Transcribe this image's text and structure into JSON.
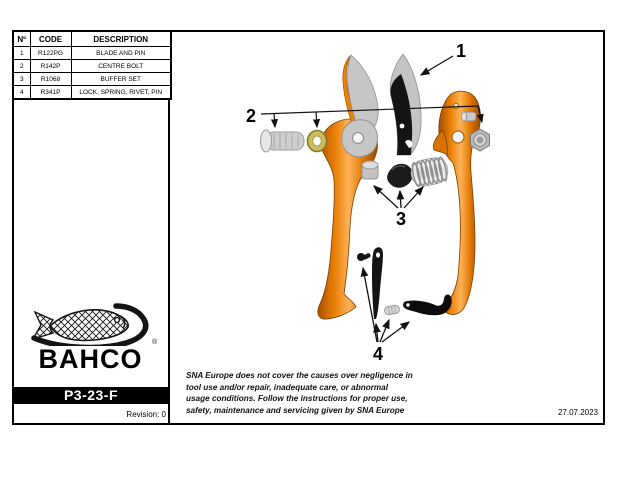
{
  "document": {
    "revision": "Revision: 0",
    "date": "27.07.2023",
    "disclaimer_lines": [
      "SNA Europe does not cover the causes over negligence in",
      "tool use and/or repair, inadequate care, or abnormal",
      "usage conditions. Follow the instructions for proper use,",
      "safety, maintenance and servicing given by SNA Europe"
    ]
  },
  "parts_table": {
    "headers": {
      "no": "Nº",
      "code": "CODE",
      "description": "DESCRIPTION"
    },
    "rows": [
      {
        "no": "1",
        "code": "R122PG",
        "description": "BLADE AND PIN"
      },
      {
        "no": "2",
        "code": "R142P",
        "description": "CENTRE BOLT"
      },
      {
        "no": "3",
        "code": "R1068",
        "description": "BUFFER SET"
      },
      {
        "no": "4",
        "code": "R341P",
        "description": "LOCK, SPRING, RIVET, PIN"
      }
    ]
  },
  "branding": {
    "logo_text": "BAHCO",
    "registered_mark": "®",
    "model": "P3-23-F"
  },
  "diagram": {
    "callouts": [
      "1",
      "2",
      "3",
      "4"
    ],
    "colors": {
      "handle_orange": "#E8820B",
      "washer_brass": "#CDBD5E",
      "metal_gray": "#C9C9C9",
      "part_black": "#111111"
    }
  }
}
